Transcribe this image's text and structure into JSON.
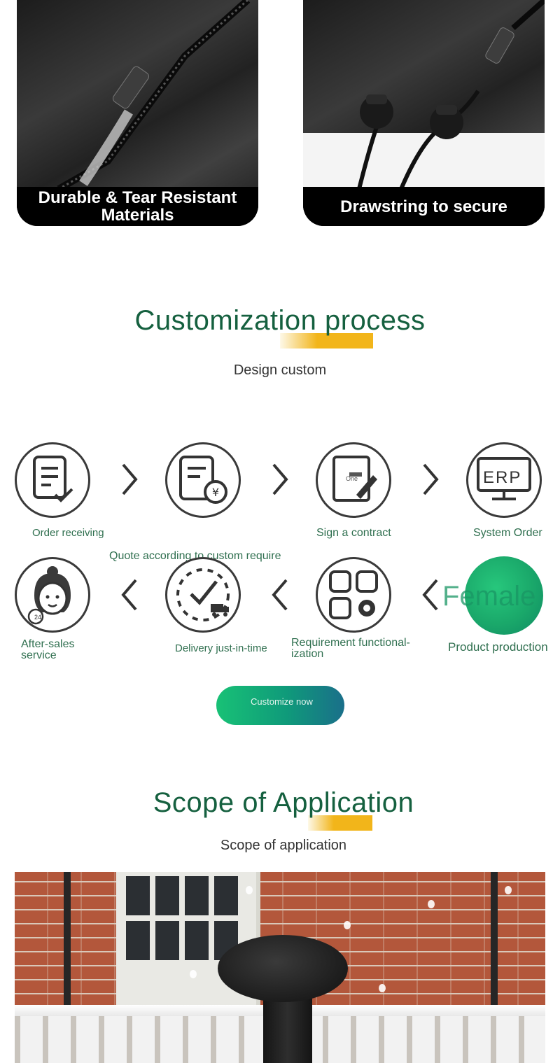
{
  "features": [
    {
      "caption": "Durable & Tear Resistant Materials"
    },
    {
      "caption": "Drawstring to secure"
    }
  ],
  "process": {
    "title": "Customization process",
    "subtitle": "Design custom",
    "steps_row1": [
      {
        "label": "Order receiving",
        "icon": "document-check-icon"
      },
      {
        "label": "Quote according to custom require",
        "icon": "document-yen-icon"
      },
      {
        "label": "Sign a contract",
        "icon": "contract-pen-icon",
        "icon_text": "One"
      },
      {
        "label": "System Order",
        "icon": "erp-monitor-icon",
        "icon_text": "ERP"
      }
    ],
    "steps_row2": [
      {
        "label": "After-sales service",
        "icon": "customer-service-icon",
        "icon_text": "24"
      },
      {
        "label": "Delivery just-in-time",
        "icon": "clock-truck-icon"
      },
      {
        "label": "Requirement functional-ization",
        "icon": "grid-gear-icon"
      },
      {
        "label": "Product production",
        "icon": "green-circle-icon",
        "overlay_text": "Female"
      }
    ],
    "cta_label": "Customize now"
  },
  "scope": {
    "title": "Scope of Application",
    "subtitle": "Scope of application"
  },
  "colors": {
    "title_green": "#15603f",
    "accent_yellow": "#f2b51a",
    "cta_start": "#18c176",
    "cta_end": "#1a6f8a"
  }
}
